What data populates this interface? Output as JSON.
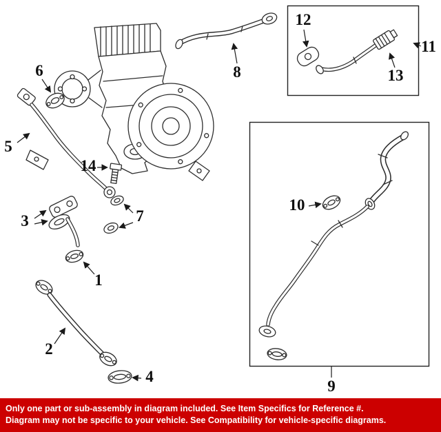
{
  "diagram": {
    "callouts": [
      {
        "label": "1"
      },
      {
        "label": "2"
      },
      {
        "label": "3"
      },
      {
        "label": "4"
      },
      {
        "label": "5"
      },
      {
        "label": "6"
      },
      {
        "label": "7"
      },
      {
        "label": "8"
      },
      {
        "label": "9"
      },
      {
        "label": "10"
      },
      {
        "label": "11"
      },
      {
        "label": "12"
      },
      {
        "label": "13"
      },
      {
        "label": "14"
      }
    ]
  },
  "banner": {
    "line1": "Only one part or sub-assembly in diagram included. See Item Specifics for Reference #.",
    "line2": "Diagram may not be specific to your vehicle. See Compatibility for vehicle-specific diagrams.",
    "bg_color": "#cc0000",
    "text_color": "#ffffff"
  },
  "colors": {
    "line_art": "#2d2d2d"
  }
}
